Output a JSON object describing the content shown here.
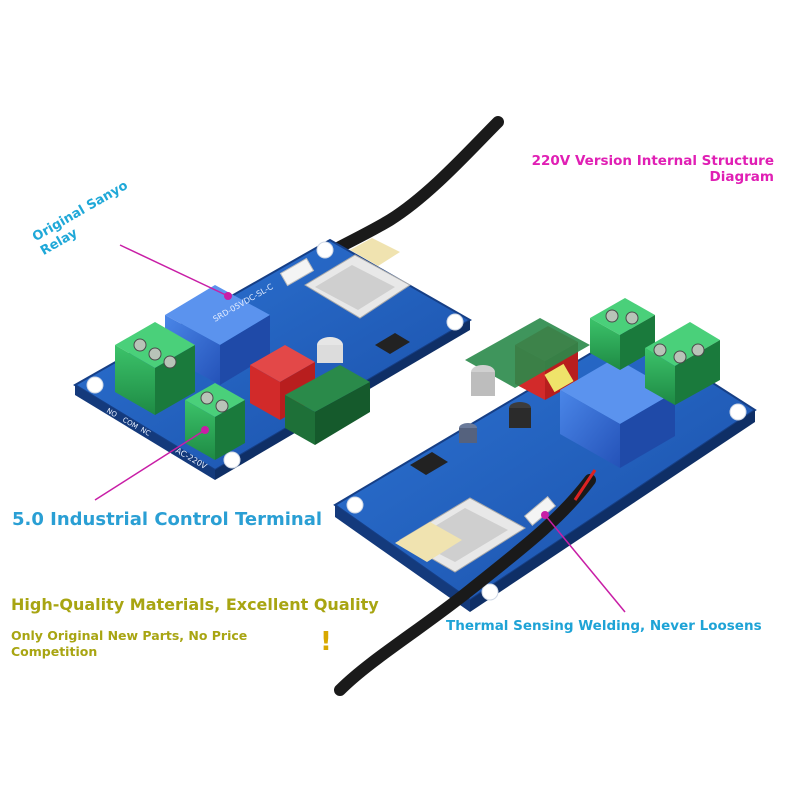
{
  "image": {
    "description_free": true,
    "colors": {
      "pcb": "#1f5fbf",
      "terminal": "#2bb05a",
      "relay": "#2a6ad6",
      "magenta": "#e01fb4",
      "cyan": "#1fa8d8",
      "olive": "#a8a512"
    }
  },
  "labels": {
    "title": "220V Version Internal Structure Diagram",
    "relay": "Original Sanyo Relay",
    "terminal": "5.0 Industrial Control Terminal",
    "quality": "High-Quality Materials, Excellent Quality",
    "parts": "Only Original New Parts, No Price Competition",
    "thermal": "Thermal Sensing Welding, Never Loosens",
    "exclaim": "!"
  },
  "board_text": {
    "terminal_left": [
      "NO",
      "COM",
      "NC"
    ],
    "ac": "AC-220V"
  }
}
